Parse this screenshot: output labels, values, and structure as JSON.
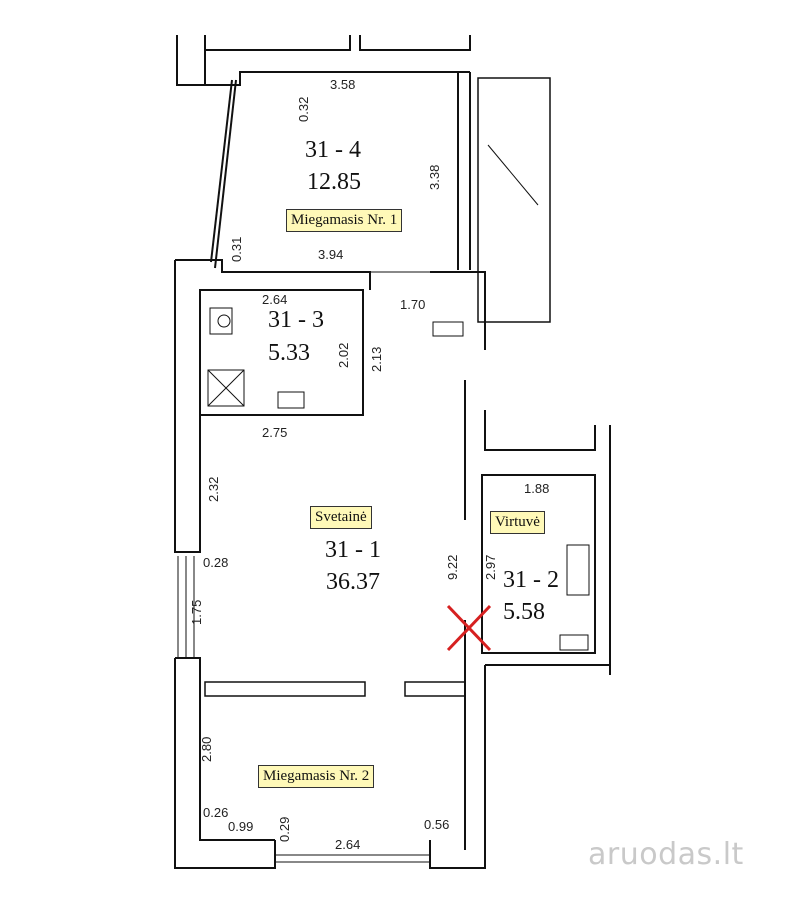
{
  "rooms": [
    {
      "id": "31 - 4",
      "area": "12.85",
      "name": "Miegamasis Nr. 1"
    },
    {
      "id": "31 - 3",
      "area": "5.33"
    },
    {
      "id": "31 - 1",
      "area": "36.37",
      "name": "Svetainė"
    },
    {
      "id": "31 - 2",
      "area": "5.58",
      "name": "Virtuvė"
    },
    {
      "name": "Miegamasis Nr. 2"
    }
  ],
  "dimensions": {
    "d_3_58": "3.58",
    "d_0_32": "0.32",
    "d_3_38": "3.38",
    "d_3_94": "3.94",
    "d_0_31": "0.31",
    "d_1_70": "1.70",
    "d_2_64_top": "2.64",
    "d_2_02": "2.02",
    "d_2_13": "2.13",
    "d_2_75": "2.75",
    "d_2_32": "2.32",
    "d_0_28": "0.28",
    "d_1_75": "1.75",
    "d_9_22": "9.22",
    "d_1_88": "1.88",
    "d_2_97": "2.97",
    "d_2_80": "2.80",
    "d_0_26": "0.26",
    "d_0_99": "0.99",
    "d_0_29": "0.29",
    "d_2_64_bottom": "2.64",
    "d_0_56": "0.56"
  },
  "watermark": {
    "text": "aruodas",
    "suffix": ".lt"
  },
  "colors": {
    "wall": "#111111",
    "name_tag": "#fff9b8",
    "marker": "#d62020",
    "watermark": "#c9c9c9"
  }
}
